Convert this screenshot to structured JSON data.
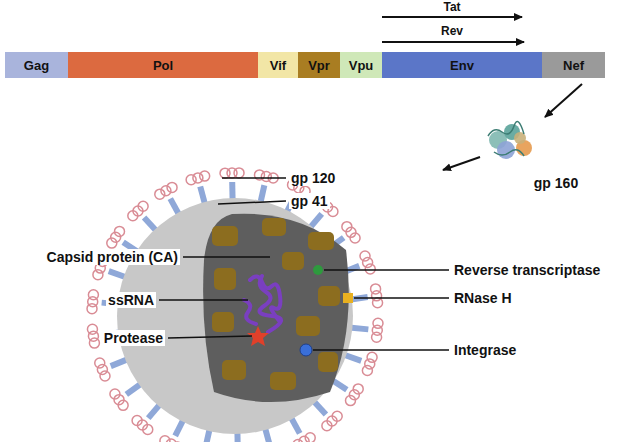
{
  "diagram": {
    "nodes": [
      {
        "text": [
          "Gag"
        ]
      },
      {
        "text": [
          "Pol"
        ]
      },
      {
        "text": [
          "Vif"
        ]
      },
      {
        "text": [
          "Vpr"
        ]
      },
      {
        "text": [
          "Vpu"
        ]
      },
      {
        "text": [
          "Env"
        ]
      },
      {
        "text": [
          "Nef"
        ]
      }
    ],
    "labels": [
      "Tat",
      "Rev",
      "gp 160",
      "gp 120",
      "gp 41",
      "Capsid protein (CA)",
      "Reverse transcriptase",
      "ssRNA",
      "RNase H",
      "Protease",
      "Integrase"
    ]
  }
}
